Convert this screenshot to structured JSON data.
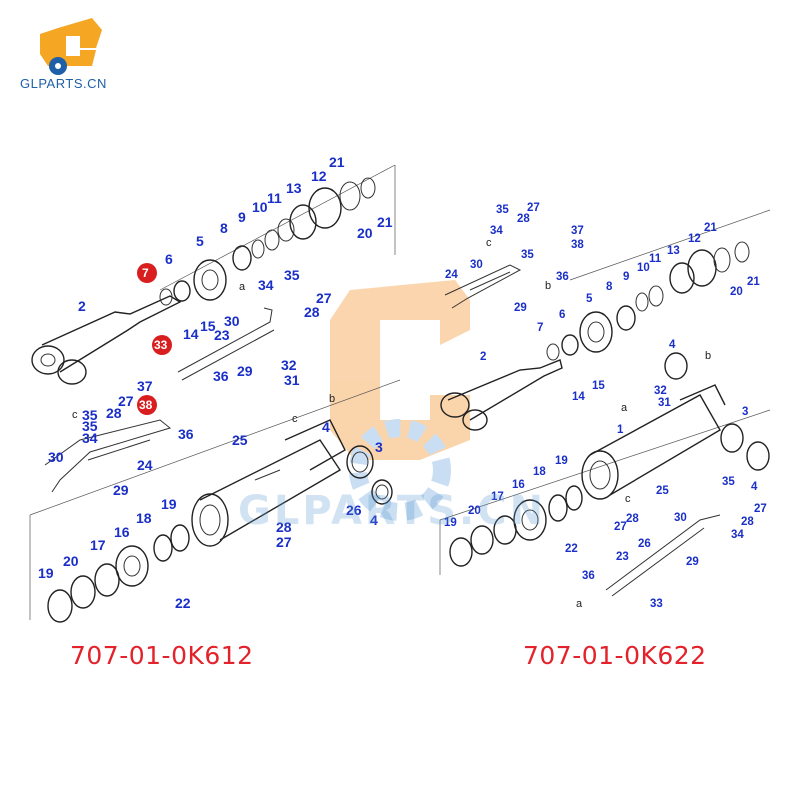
{
  "logo": {
    "text": "GLPARTS.CN",
    "color": "#1f5fa8",
    "accent": "#f5a623"
  },
  "watermark": {
    "text": "GLPARTS.CN"
  },
  "part_numbers": {
    "left": "707-01-0K612",
    "right": "707-01-0K622",
    "color": "#e3222b"
  },
  "label_color": "#1a2fc8",
  "highlight_color": "#d81e1e",
  "left_diagram": {
    "callouts": [
      "2",
      "3",
      "4",
      "5",
      "6",
      "8",
      "9",
      "10",
      "11",
      "12",
      "13",
      "14",
      "15",
      "16",
      "17",
      "18",
      "19",
      "20",
      "21",
      "22",
      "23",
      "24",
      "25",
      "26",
      "27",
      "28",
      "29",
      "30",
      "31",
      "32",
      "34",
      "35",
      "36",
      "37"
    ],
    "highlighted": [
      "7",
      "33",
      "38"
    ],
    "refs": [
      "a",
      "b",
      "c"
    ]
  },
  "right_diagram": {
    "callouts": [
      "1",
      "2",
      "3",
      "4",
      "5",
      "6",
      "7",
      "8",
      "9",
      "10",
      "11",
      "12",
      "13",
      "14",
      "15",
      "16",
      "17",
      "18",
      "19",
      "20",
      "21",
      "22",
      "23",
      "24",
      "25",
      "26",
      "27",
      "28",
      "29",
      "30",
      "31",
      "32",
      "33",
      "34",
      "35",
      "36",
      "37",
      "38"
    ],
    "refs": [
      "a",
      "b",
      "c"
    ]
  }
}
